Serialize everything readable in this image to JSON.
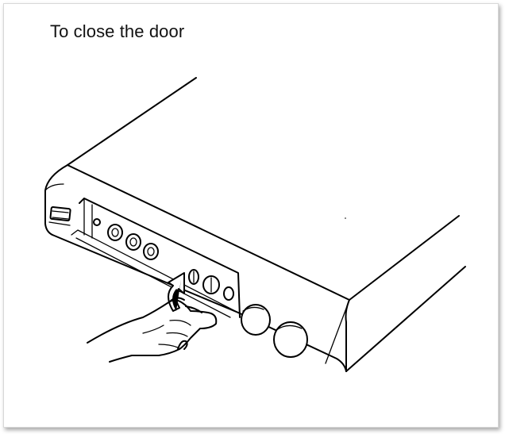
{
  "instruction": {
    "title": "To close the door"
  },
  "illustration": {
    "subject": "device-front-panel-door",
    "action": "hand-closing-door",
    "arrow_icon": "curved-up-arrow-icon"
  }
}
